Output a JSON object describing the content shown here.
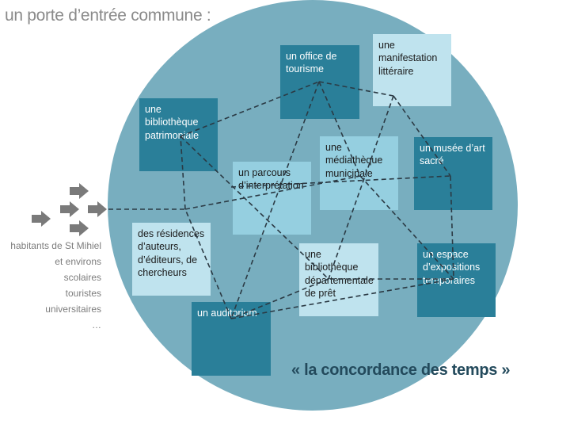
{
  "title": "un porte d’entrée commune :",
  "boxes": {
    "office": "un office de tourisme",
    "manifestation": "une manifestation littéraire",
    "bib_patri": "une bibliothèque patrimoniale",
    "mediatheque": "une médiathèque municipale",
    "musee": "un musée d’art sacré",
    "parcours": "un parcours d’interprétation",
    "residences": "des résidences d’auteurs, d’éditeurs, de chercheurs",
    "bib_dep": "une bibliothèque départementale de prêt",
    "expositions": "un espace d’expositions temporaires",
    "auditorium": "un auditorium"
  },
  "audience": [
    "habitants de St Mihiel",
    "et environs",
    "scolaires",
    "touristes",
    "universitaires",
    "…"
  ],
  "slogan": "«  la concordance des temps  »",
  "colors": {
    "circle": "#78aebf",
    "dark_box": "#2a7f99",
    "light_box": "#95cfe0",
    "pale_box": "#bfe3ee",
    "arrow": "#7a7a7a",
    "links": "#2b3a44"
  },
  "icons": [
    "right-arrow-icon"
  ]
}
